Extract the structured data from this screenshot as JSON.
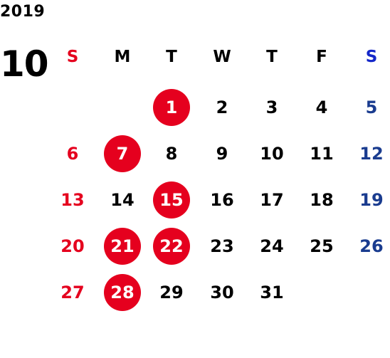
{
  "year": "2019",
  "month": "10",
  "weekday_headers": [
    "S",
    "M",
    "T",
    "W",
    "T",
    "F",
    "S"
  ],
  "colors": {
    "sunday": "#e5001e",
    "saturday": "#1a3c8f",
    "holiday_circle": "#e5001e",
    "weekday": "#000000"
  },
  "weeks": [
    [
      null,
      null,
      "1",
      "2",
      "3",
      "4",
      "5"
    ],
    [
      "6",
      "7",
      "8",
      "9",
      "10",
      "11",
      "12"
    ],
    [
      "13",
      "14",
      "15",
      "16",
      "17",
      "18",
      "19"
    ],
    [
      "20",
      "21",
      "22",
      "23",
      "24",
      "25",
      "26"
    ],
    [
      "27",
      "28",
      "29",
      "30",
      "31",
      null,
      null
    ]
  ],
  "highlighted_days": [
    "1",
    "7",
    "15",
    "21",
    "22",
    "28"
  ]
}
